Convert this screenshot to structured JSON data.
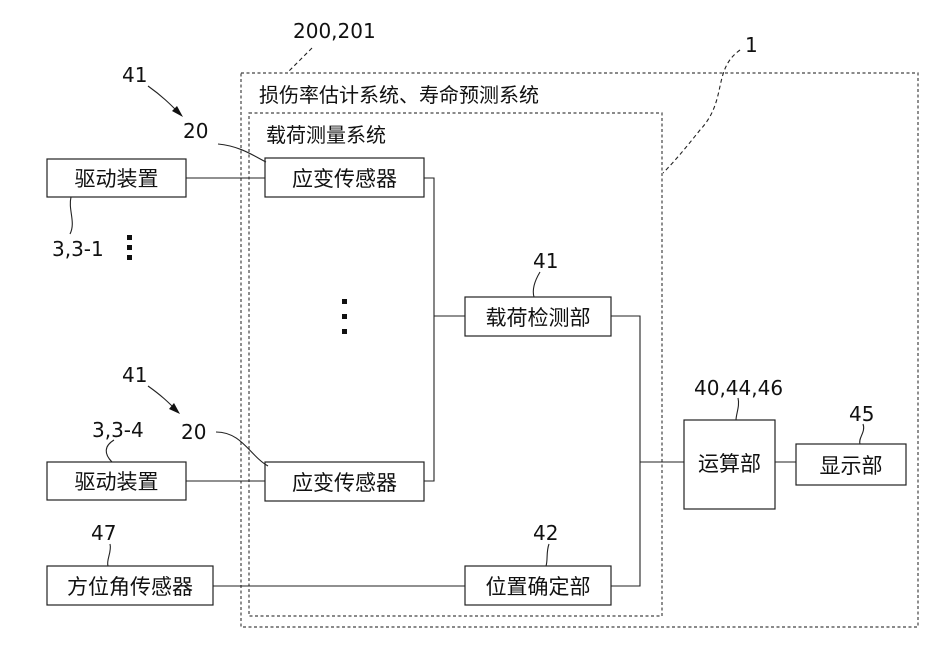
{
  "frames": {
    "outer_title": "损伤率估计系统、寿命预测系统",
    "inner_title": "载荷测量系统"
  },
  "boxes": {
    "drive_top": "驱动装置",
    "drive_bottom": "驱动装置",
    "azimuth_sensor": "方位角传感器",
    "strain_top": "应变传感器",
    "strain_bottom": "应变传感器",
    "load_detect": "载荷检测部",
    "position_determine": "位置确定部",
    "compute": "运算部",
    "display": "显示部"
  },
  "refs": {
    "system": "200,201",
    "one": "1",
    "ref41_top": "41",
    "ref20_top": "20",
    "ref3_top": "3,3-1",
    "ref41_load": "41",
    "ref41_bottom": "41",
    "ref3_bottom": "3,3-4",
    "ref20_bottom": "20",
    "ref40": "40,44,46",
    "ref45": "45",
    "ref42": "42",
    "ref47": "47"
  }
}
